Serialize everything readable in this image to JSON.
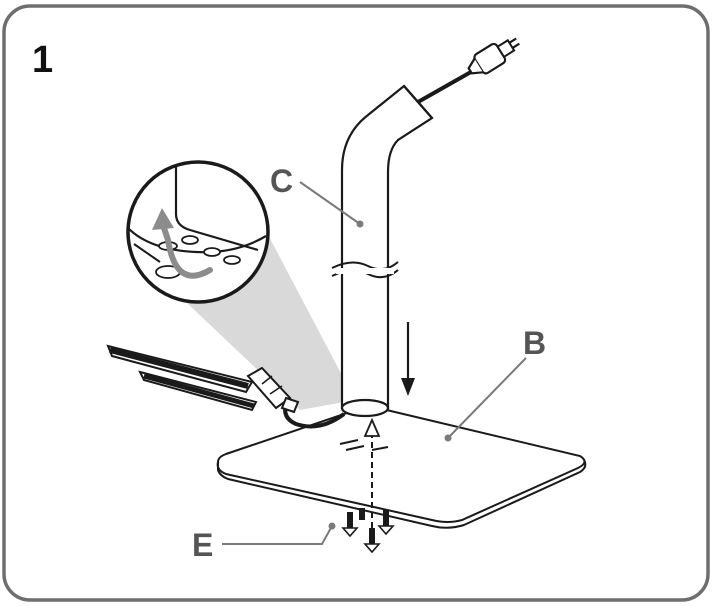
{
  "step_number": "1",
  "labels": {
    "column": "C",
    "base": "B",
    "screws": "E"
  },
  "colors": {
    "frame": "#6e6e6e",
    "line": "#1a1a1a",
    "callout": "#7a7a7a",
    "label": "#555555",
    "magnifier_beam": "#d9d9d9",
    "arrow_gray": "#8c8c8c"
  },
  "icons": {
    "plug": "power-plug-icon",
    "pliers": "pliers-icon",
    "screw": "screw-icon"
  }
}
